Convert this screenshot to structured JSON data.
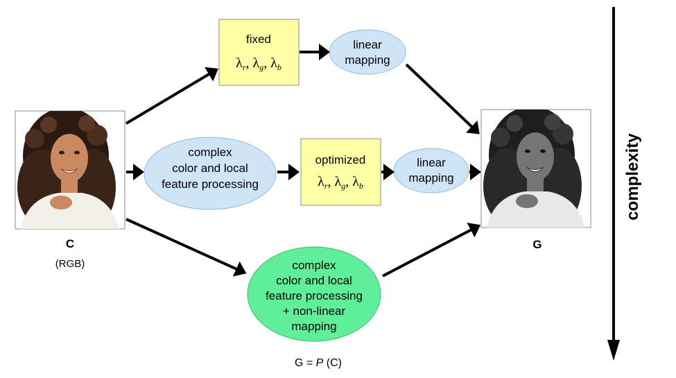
{
  "input": {
    "label": "C",
    "sublabel": "(RGB)"
  },
  "output": {
    "label": "G"
  },
  "top_path": {
    "box_label": "fixed",
    "lambda": [
      "λ",
      "r",
      ", ",
      "λ",
      "g",
      ", ",
      "λ",
      "b"
    ],
    "ellipse_lines": [
      "linear",
      "mapping"
    ]
  },
  "middle_path": {
    "ellipse_lines": [
      "complex",
      "color and local",
      "feature processing"
    ],
    "box_label": "optimized",
    "lambda": [
      "λ",
      "r",
      ", ",
      "λ",
      "g",
      ", ",
      "λ",
      "b"
    ],
    "mapping_lines": [
      "linear",
      "mapping"
    ]
  },
  "bottom_path": {
    "ellipse_lines": [
      "complex",
      "color and local",
      "feature processing",
      "+ non-linear",
      "mapping"
    ]
  },
  "formula": {
    "left": "G =",
    "func": "P",
    "arg": " (C)"
  },
  "complexity_label": "complexity",
  "colors": {
    "box_yellow": "#ffffa6",
    "ellipse_blue": "#cfe5f6",
    "ellipse_green": "#5fef9a",
    "arrow": "#000000"
  },
  "icons": {
    "input_image": "portrait-color-photo",
    "output_image": "portrait-grayscale-photo"
  }
}
